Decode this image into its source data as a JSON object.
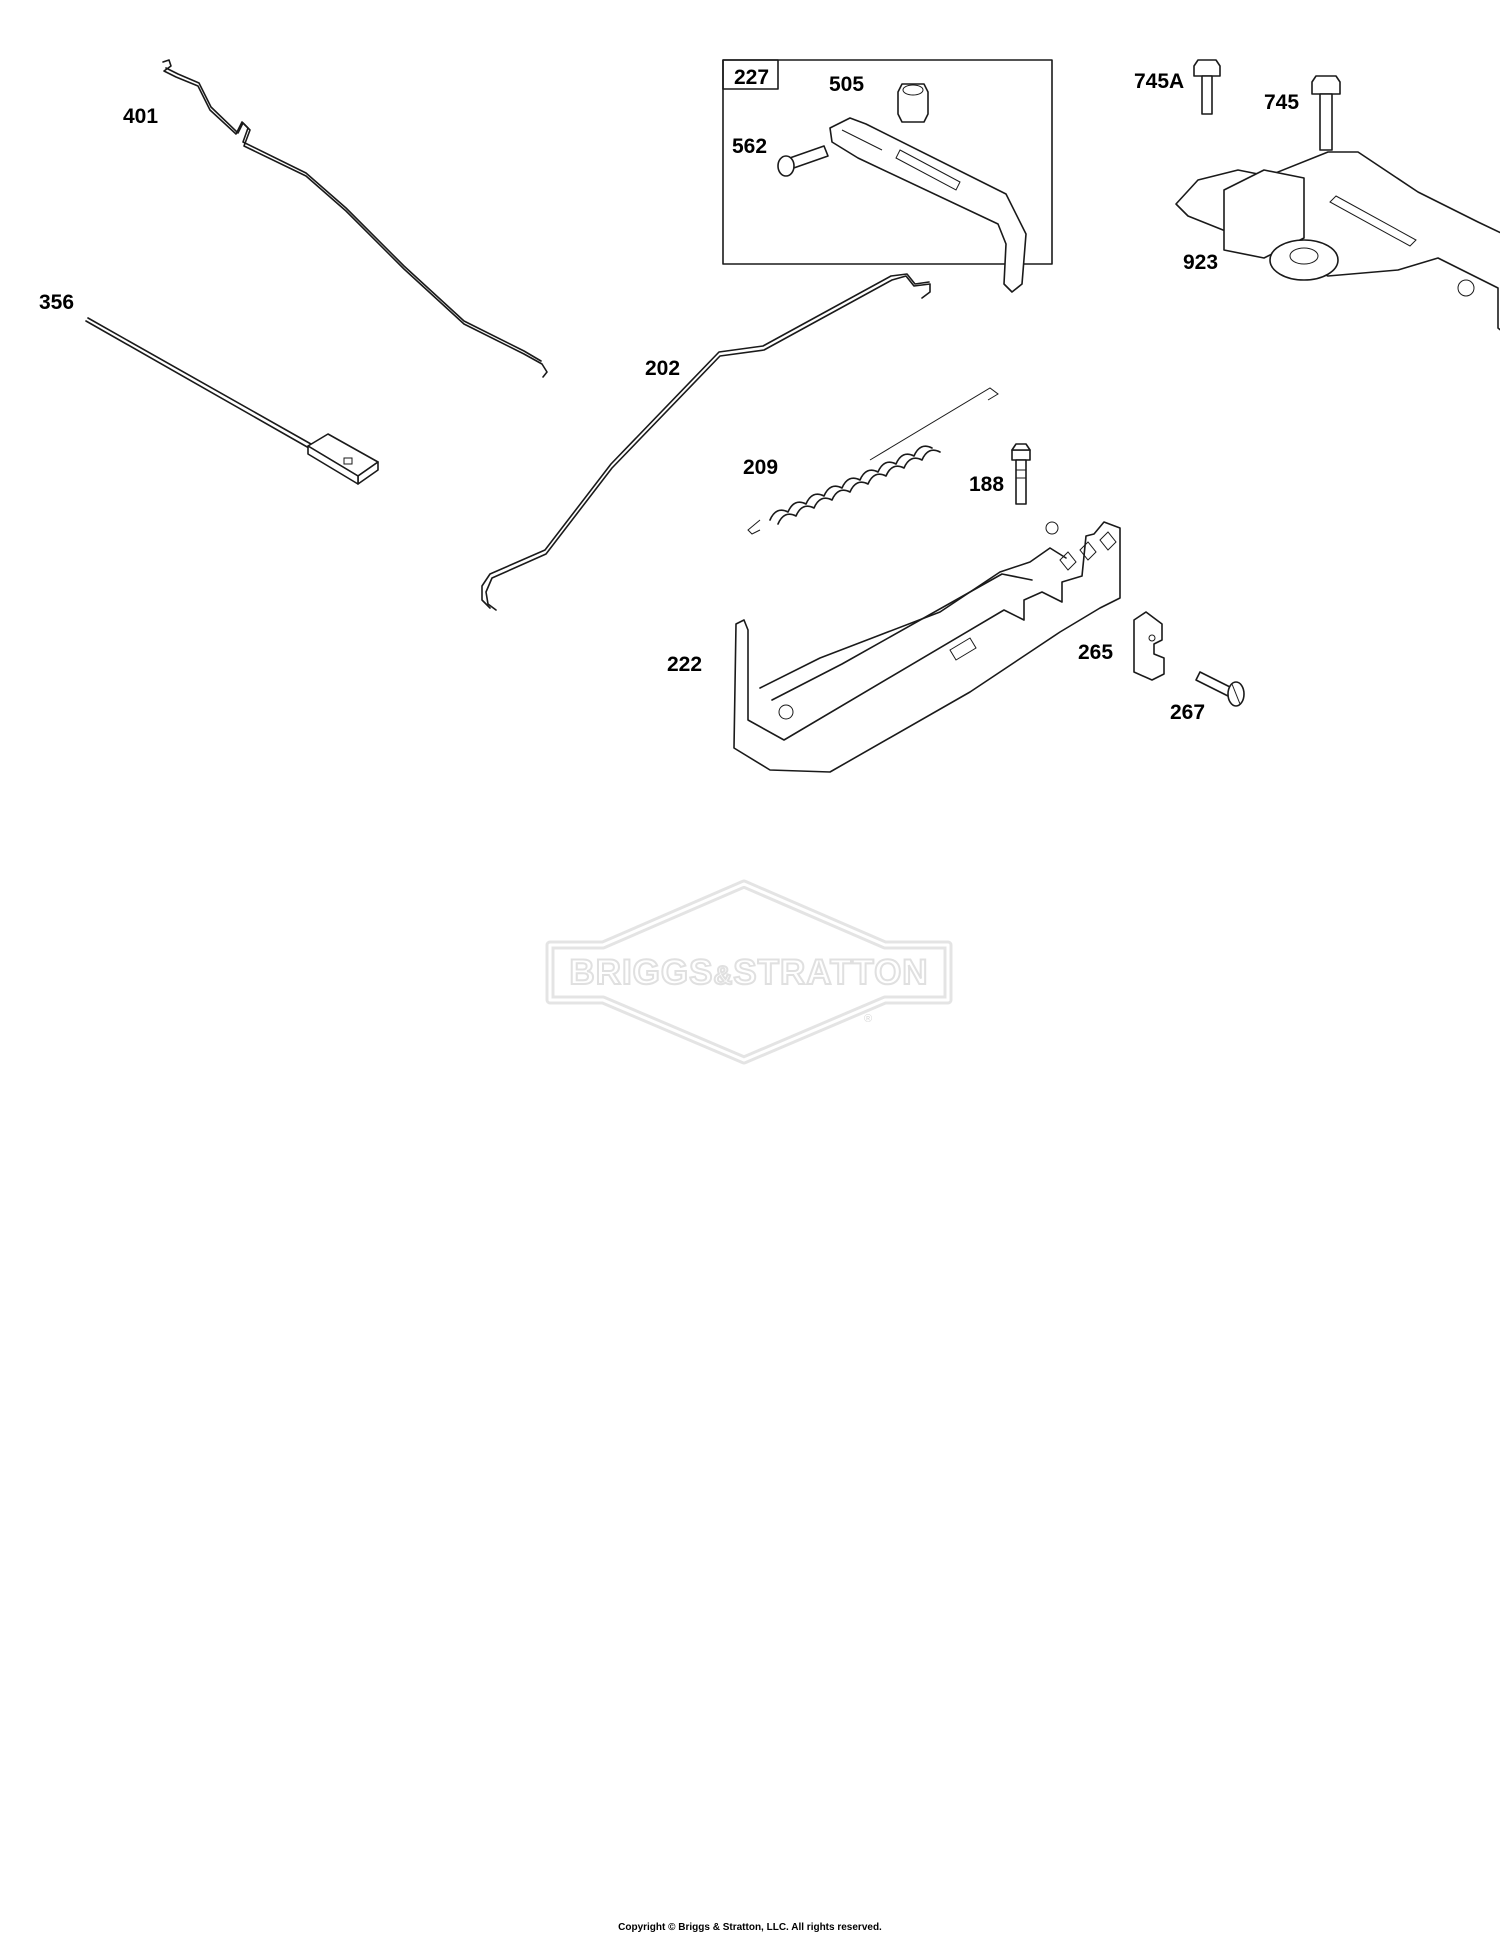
{
  "callouts": {
    "c401": "401",
    "c356": "356",
    "c202": "202",
    "c209": "209",
    "c188": "188",
    "c222": "222",
    "c227": "227",
    "c505": "505",
    "c562": "562",
    "c745a": "745A",
    "c745": "745",
    "c923": "923",
    "c265": "265",
    "c267": "267"
  },
  "watermark": {
    "left": "BRIGGS",
    "amp": "&",
    "right": "STRATTON",
    "registered": "®"
  },
  "copyright": "Copyright © Briggs & Stratton, LLC. All rights reserved."
}
